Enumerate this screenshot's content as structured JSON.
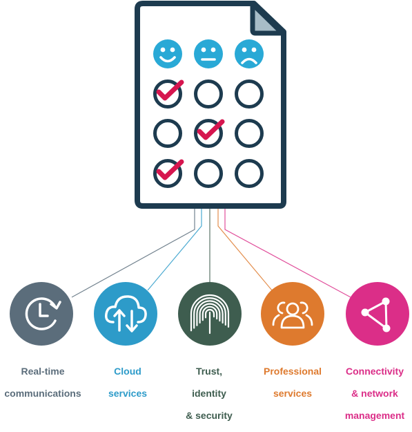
{
  "survey_document": {
    "icon": "survey-checklist-document-icon",
    "header_faces": [
      "happy-face-icon",
      "neutral-face-icon",
      "sad-face-icon"
    ],
    "face_color": "#29a9d6",
    "outline_color": "#1d3b4f",
    "check_color": "#d6164f",
    "rows": [
      {
        "checked_column": 0
      },
      {
        "checked_column": 1
      },
      {
        "checked_column": 0
      }
    ]
  },
  "categories": [
    {
      "id": "real-time-communications",
      "icon": "clock-refresh-icon",
      "color": "#5b6d7b",
      "label_lines": [
        "Real-time",
        "communications"
      ]
    },
    {
      "id": "cloud-services",
      "icon": "cloud-upload-download-icon",
      "color": "#2d9bc9",
      "label_lines": [
        "Cloud",
        "services"
      ]
    },
    {
      "id": "trust-identity-security",
      "icon": "fingerprint-icon",
      "color": "#3e5d4f",
      "label_lines": [
        "Trust,",
        "identity",
        "& security"
      ]
    },
    {
      "id": "professional-services",
      "icon": "people-group-icon",
      "color": "#de7a2e",
      "label_lines": [
        "Professional",
        "services"
      ]
    },
    {
      "id": "connectivity-network-management",
      "icon": "network-nodes-icon",
      "color": "#db2e88",
      "label_lines": [
        "Connectivity",
        "& network",
        "management"
      ]
    }
  ]
}
